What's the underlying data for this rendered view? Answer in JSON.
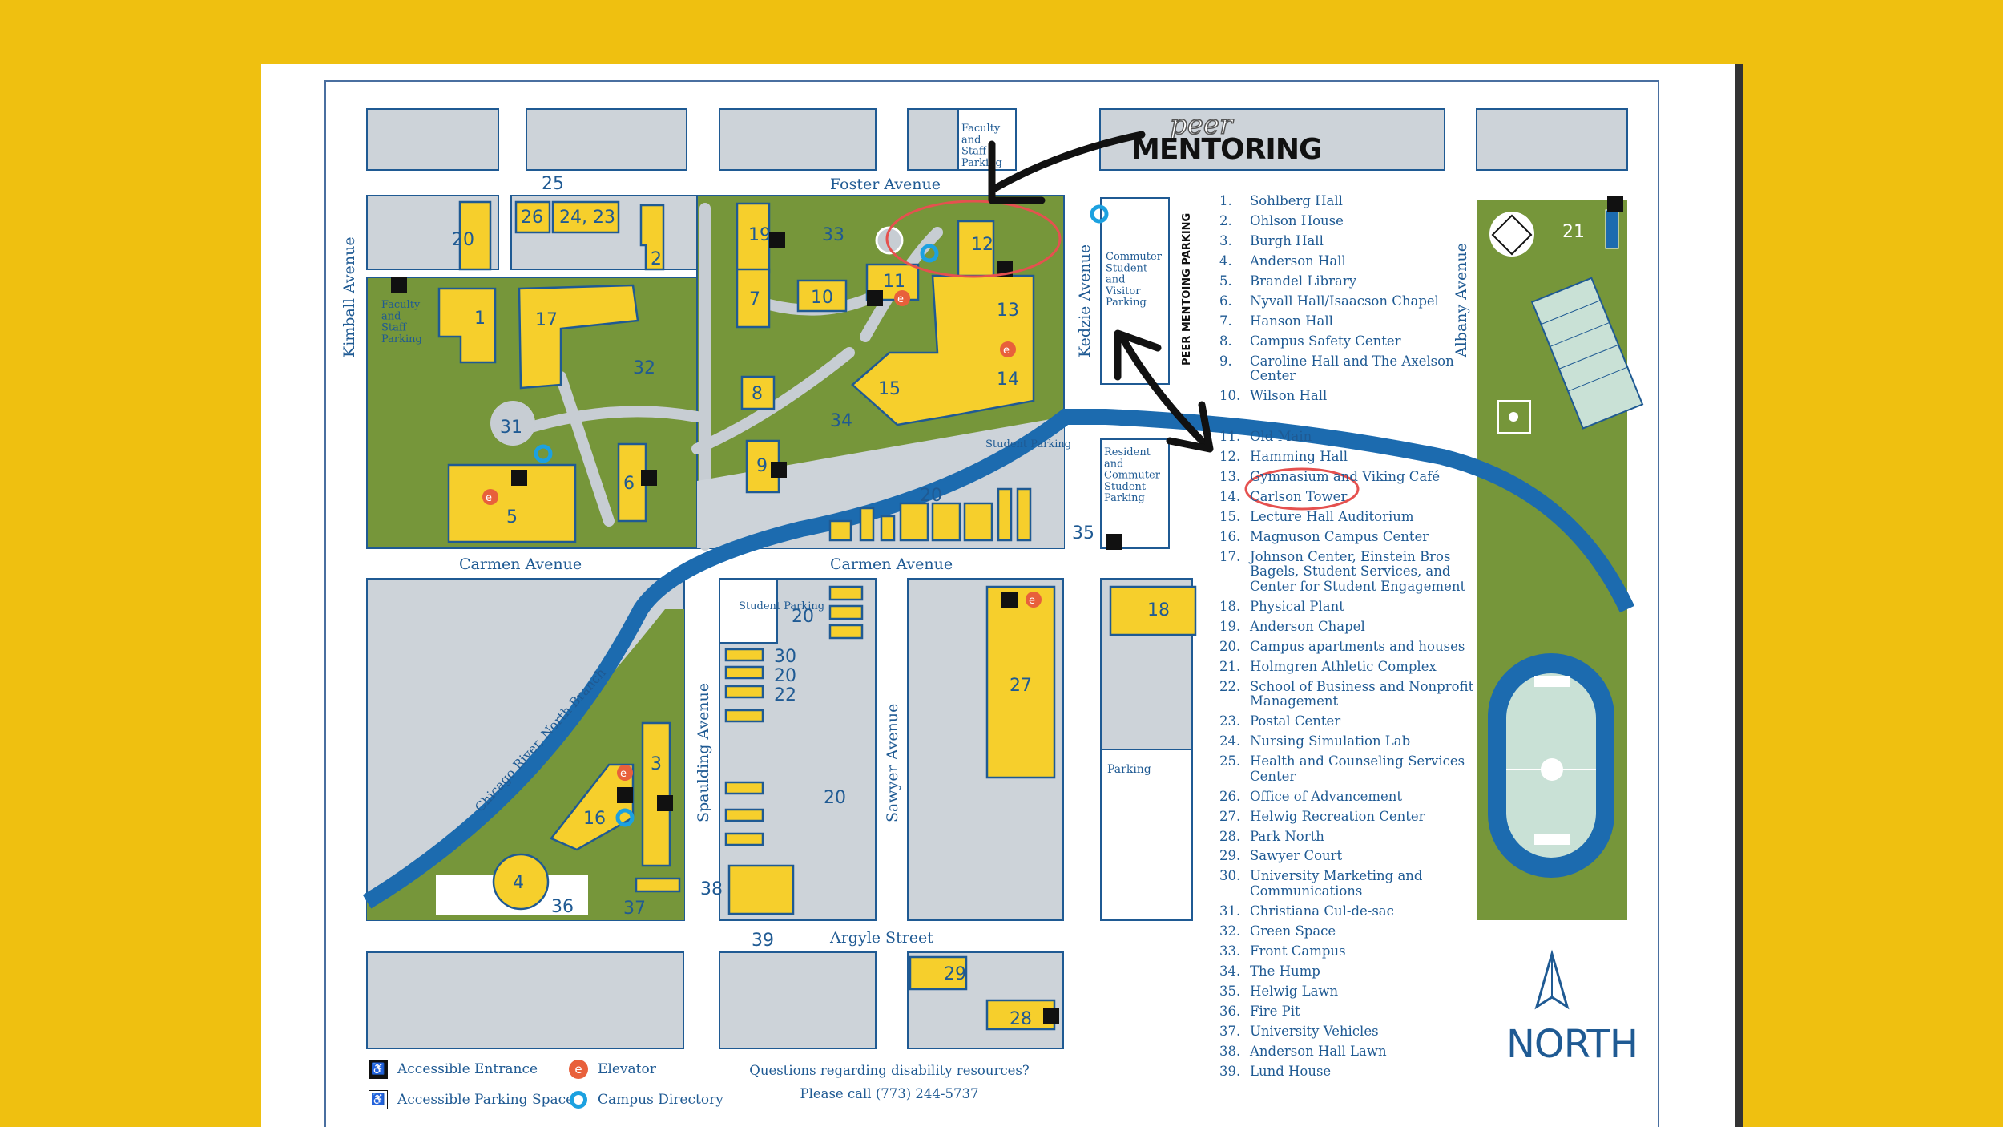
{
  "header": {
    "peer": "peer",
    "mentoring": "MENTORING",
    "peer_mentoring_parking": "PEER MENTOING PARKING"
  },
  "streets": {
    "foster": "Foster Avenue",
    "carmen_west": "Carmen Avenue",
    "carmen_east": "Carmen Avenue",
    "argyle": "Argyle Street",
    "kimball": "Kimball Avenue",
    "kedzie": "Kedzie Avenue",
    "albany": "Albany Avenue",
    "spaulding": "Spaulding Avenue",
    "sawyer": "Sawyer Avenue",
    "river": "Chicago River, North Branch"
  },
  "parking_labels": {
    "faculty_top": "Faculty and Staff Parking",
    "faculty_left": "Faculty and Staff Parking",
    "commuter": "Commuter Student and Visitor Parking",
    "resident": "Resident and Commuter Student Parking",
    "student_middle": "Student Parking",
    "student_south": "Student Parking",
    "parking_east": "Parking"
  },
  "map_numbers": {
    "n1": "1",
    "n2": "2",
    "n3": "3",
    "n4": "4",
    "n5": "5",
    "n6": "6",
    "n7": "7",
    "n8": "8",
    "n9": "9",
    "n10": "10",
    "n11": "11",
    "n12": "12",
    "n13": "13",
    "n14": "14",
    "n15": "15",
    "n16": "16",
    "n17": "17",
    "n18": "18",
    "n19": "19",
    "n20a": "20",
    "n20b": "20",
    "n20c": "20",
    "n20d": "20",
    "n20e": "20",
    "n21": "21",
    "n22": "22",
    "n2423": "24, 23",
    "n25": "25",
    "n26": "26",
    "n27": "27",
    "n28": "28",
    "n29": "29",
    "n30": "30",
    "n31": "31",
    "n32": "32",
    "n33": "33",
    "n34": "34",
    "n35": "35",
    "n36": "36",
    "n37": "37",
    "n38": "38",
    "n39": "39"
  },
  "legend": [
    {
      "num": "1.",
      "name": "Sohlberg Hall"
    },
    {
      "num": "2.",
      "name": "Ohlson House"
    },
    {
      "num": "3.",
      "name": "Burgh Hall"
    },
    {
      "num": "4.",
      "name": "Anderson Hall"
    },
    {
      "num": "5.",
      "name": "Brandel Library"
    },
    {
      "num": "6.",
      "name": "Nyvall Hall/Isaacson Chapel"
    },
    {
      "num": "7.",
      "name": "Hanson Hall"
    },
    {
      "num": "8.",
      "name": "Campus Safety Center"
    },
    {
      "num": "9.",
      "name": "Caroline Hall and The Axelson Center"
    },
    {
      "num": "10.",
      "name": "Wilson Hall"
    },
    {
      "num": "11.",
      "name": "Old Main"
    },
    {
      "num": "12.",
      "name": "Hamming Hall"
    },
    {
      "num": "13.",
      "name": "Gymnasium and Viking Café"
    },
    {
      "num": "14.",
      "name": "Carlson Tower"
    },
    {
      "num": "15.",
      "name": "Lecture Hall Auditorium"
    },
    {
      "num": "16.",
      "name": "Magnuson Campus Center"
    },
    {
      "num": "17.",
      "name": "Johnson Center, Einstein Bros Bagels, Student Services, and Center for Student Engagement"
    },
    {
      "num": "18.",
      "name": "Physical Plant"
    },
    {
      "num": "19.",
      "name": "Anderson Chapel"
    },
    {
      "num": "20.",
      "name": "Campus apartments and houses"
    },
    {
      "num": "21.",
      "name": "Holmgren Athletic Complex"
    },
    {
      "num": "22.",
      "name": "School of Business and Nonprofit Management"
    },
    {
      "num": "23.",
      "name": "Postal Center"
    },
    {
      "num": "24.",
      "name": "Nursing Simulation Lab"
    },
    {
      "num": "25.",
      "name": "Health and Counseling Services Center"
    },
    {
      "num": "26.",
      "name": "Office of Advancement"
    },
    {
      "num": "27.",
      "name": "Helwig Recreation Center"
    },
    {
      "num": "28.",
      "name": "Park North"
    },
    {
      "num": "29.",
      "name": "Sawyer Court"
    },
    {
      "num": "30.",
      "name": "University Marketing and Communications"
    },
    {
      "num": "31.",
      "name": "Christiana Cul-de-sac"
    },
    {
      "num": "32.",
      "name": "Green Space"
    },
    {
      "num": "33.",
      "name": "Front Campus"
    },
    {
      "num": "34.",
      "name": "The Hump"
    },
    {
      "num": "35.",
      "name": "Helwig Lawn"
    },
    {
      "num": "36.",
      "name": "Fire Pit"
    },
    {
      "num": "37.",
      "name": "University Vehicles"
    },
    {
      "num": "38.",
      "name": "Anderson Hall Lawn"
    },
    {
      "num": "39.",
      "name": "Lund House"
    }
  ],
  "key": {
    "accessible_entrance": "Accessible Entrance",
    "accessible_parking": "Accessible Parking Space",
    "elevator": "Elevator",
    "directory": "Campus Directory"
  },
  "contact": {
    "line1": "Questions regarding disability resources?",
    "line2": "Please call (773) 244-5737"
  },
  "north": "NORTH",
  "colors": {
    "background": "#EFC010",
    "building": "#F6CF2C",
    "block": "#CDD3D9",
    "grass": "#76963A",
    "river": "#1C6BAF",
    "text": "#1f5a93",
    "annotation_red": "#E5514F"
  }
}
